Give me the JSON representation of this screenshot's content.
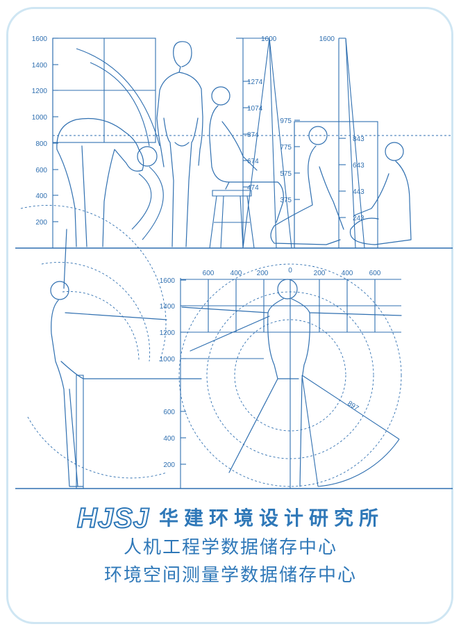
{
  "brand": {
    "logo": "HJSJ",
    "org_name": "华建环境设计研究所",
    "line2": "人机工程学数据储存中心",
    "line3": "环境空间测量学数据储存中心"
  },
  "colors": {
    "line": "#2f6fb0",
    "text": "#2f78b8",
    "frame": "#cfe6f3"
  },
  "top_left_axis": [
    "1600",
    "1400",
    "1200",
    "1000",
    "800",
    "600",
    "400",
    "200"
  ],
  "top_mid_axis": [
    "1600",
    "1274",
    "1074",
    "874",
    "674",
    "474"
  ],
  "top_mid2_axis": [
    "975",
    "775",
    "575",
    "375"
  ],
  "top_right_top": "1600",
  "top_right_axis": [
    "843",
    "643",
    "443",
    "243"
  ],
  "bottom_left_axis": [
    "1600",
    "1400",
    "1200",
    "1000",
    "600",
    "400",
    "200"
  ],
  "bottom_top_axis": [
    "600",
    "400",
    "200",
    "0",
    "200",
    "400",
    "600"
  ],
  "reach_label": "897"
}
